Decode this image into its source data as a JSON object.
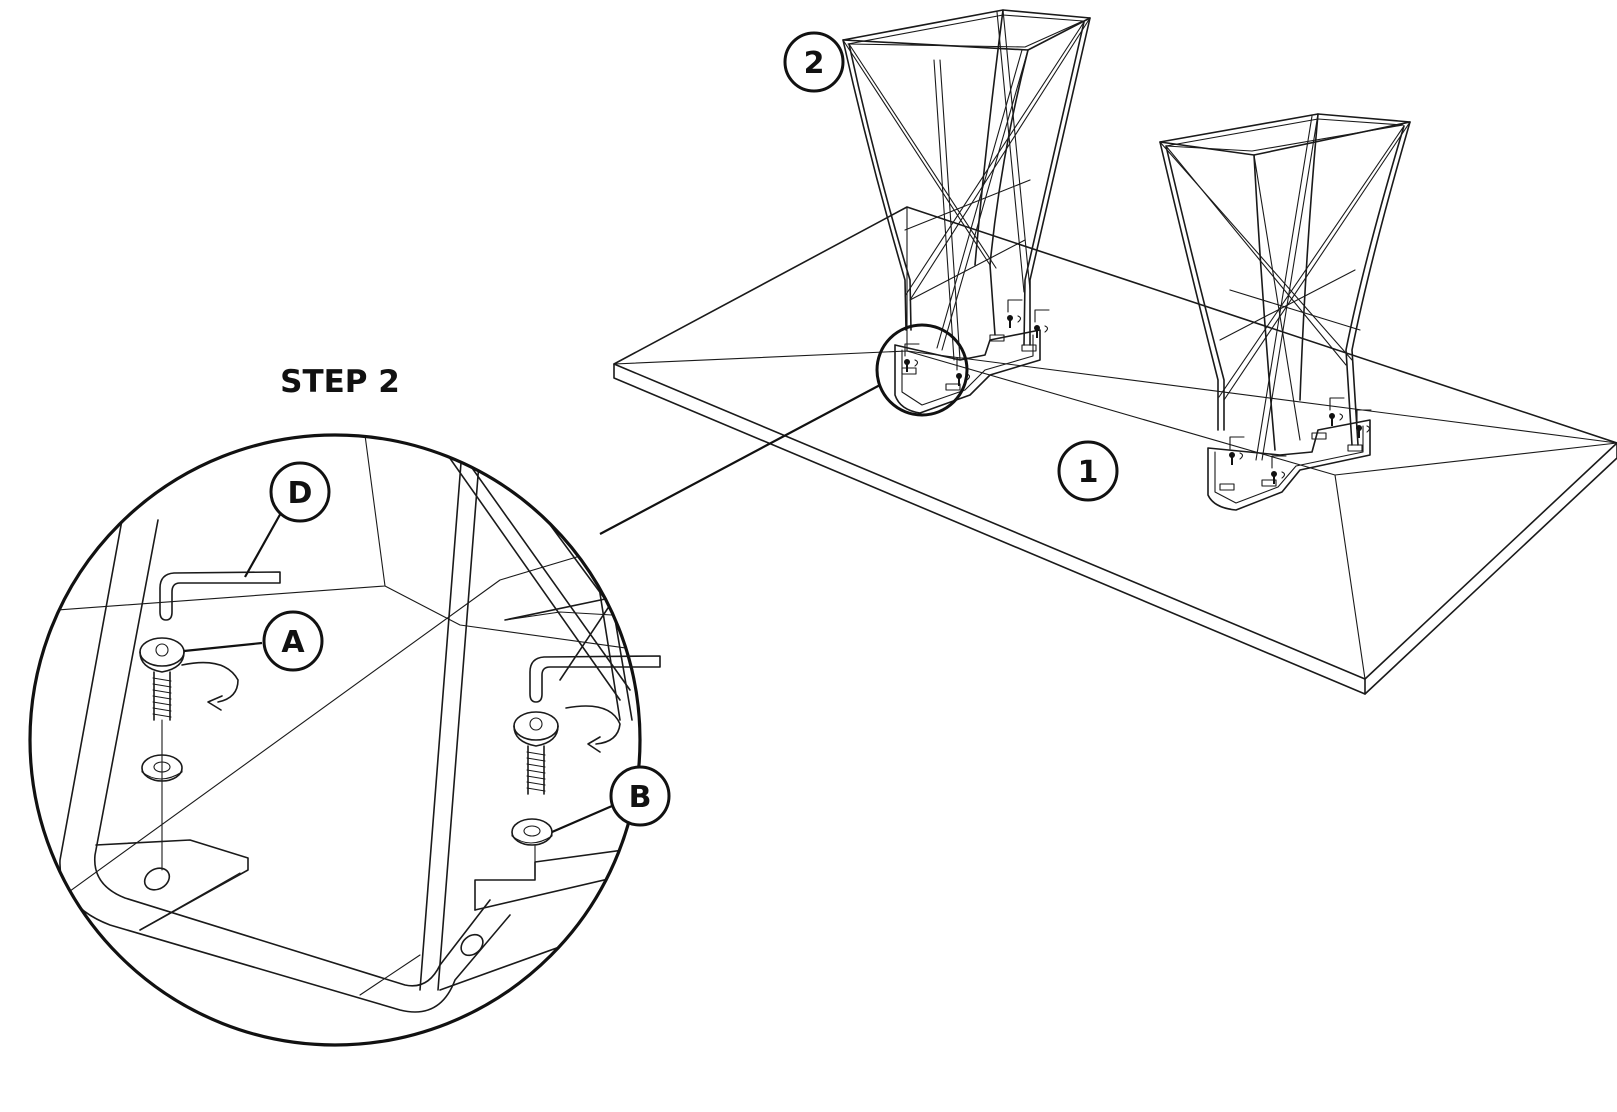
{
  "title": "STEP 2",
  "callouts": {
    "part_1": "1",
    "part_2": "2",
    "part_a": "A",
    "part_b": "B",
    "part_d": "D"
  },
  "colors": {
    "line": "#1a1a1a",
    "background": "#ffffff"
  },
  "icons": {
    "hex_key": "allen-wrench-icon",
    "screw": "bolt-icon",
    "washer": "washer-icon",
    "rotate": "clockwise-arrow-icon"
  }
}
